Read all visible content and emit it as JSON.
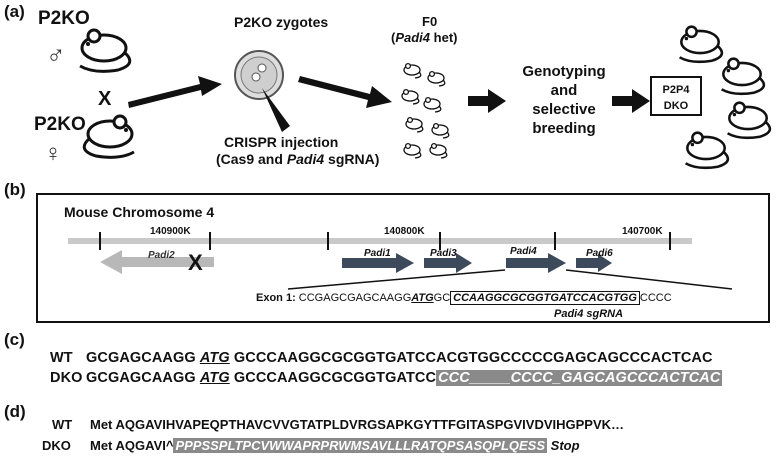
{
  "panel_a": {
    "label": "(a)",
    "parent_top": "P2KO",
    "parent_bottom": "P2KO",
    "male_symbol": "♂",
    "female_symbol": "♀",
    "cross": "X",
    "zygotes_label": "P2KO zygotes",
    "injection_label": "CRISPR injection",
    "injection_detail_pre": "(Cas9 and ",
    "injection_detail_gene": "Padi4",
    "injection_detail_post": " sgRNA)",
    "f0_label": "F0",
    "f0_detail_pre": "(",
    "f0_detail_gene": "Padi4",
    "f0_detail_post": " het)",
    "genotyping_lines": [
      "Genotyping",
      "and",
      "selective",
      "breeding"
    ],
    "dko_box_lines": [
      "P2P4",
      "DKO"
    ]
  },
  "panel_b": {
    "label": "(b)",
    "chromosome_title": "Mouse Chromosome 4",
    "tick_labels": [
      "140900K",
      "140800K",
      "140700K"
    ],
    "genes": [
      "Padi2",
      "Padi1",
      "Padi3",
      "Padi4",
      "Padi6"
    ],
    "knockout_mark": "X",
    "exon_label": "Exon 1:",
    "exon_pre": "CCGAGCGAGCAAGG",
    "exon_atg": "ATG",
    "exon_mid": "GC",
    "exon_sgrna": "CCAAGGCGCGGTGATCCACGTGG",
    "exon_post": "CCCC",
    "sgrna_label": "Padi4 sgRNA",
    "colors": {
      "padi2_arrow": "#b8b8b8",
      "gene_arrow": "#3d4a5c",
      "chromosome": "#c9c9c9"
    }
  },
  "panel_c": {
    "label": "(c)",
    "rows": [
      {
        "name": "WT",
        "seq_a": "GCGAGCAAGG",
        "atg": "ATG",
        "seq_b": "GCCCAAGGCGCGGTGATCCACGTGGCCCCCGAGCAGCCCACTCAC"
      },
      {
        "name": "DKO",
        "seq_a": "GCGAGCAAGG",
        "atg": "ATG",
        "seq_b": "GCCCAAGGCGCGGTGATCC",
        "mutated": "CCC_____CCCC_GAGCAGCCCACTCAC"
      }
    ]
  },
  "panel_d": {
    "label": "(d)",
    "rows": [
      {
        "name": "WT",
        "met": "Met",
        "seq": "AQGAVIHVAPEQPTHAVCVVGTATPLDVRGSAPKGYTTFGITASPGVIVDVIHGPPVK…"
      },
      {
        "name": "DKO",
        "met": "Met",
        "seq": "AQGAVI^",
        "frameshift": "PPPSSPLTPCVWWAPRPRWMSAVLLLRATQPSASQPLQESS",
        "stop": "Stop"
      }
    ]
  }
}
